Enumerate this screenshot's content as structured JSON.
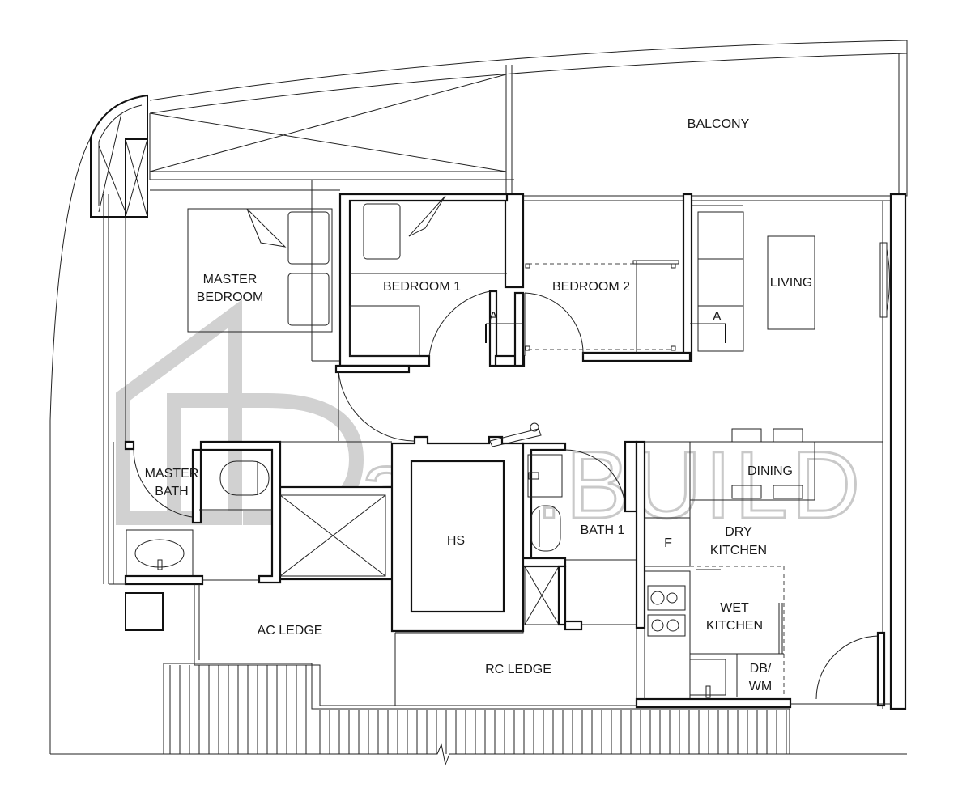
{
  "rooms": {
    "balcony": "BALCONY",
    "master_bedroom_1": "MASTER",
    "master_bedroom_2": "BEDROOM",
    "bedroom1": "BEDROOM 1",
    "bedroom2": "BEDROOM 2",
    "living": "LIVING",
    "master_bath_1": "MASTER",
    "master_bath_2": "BATH",
    "hs": "HS",
    "bath1": "BATH 1",
    "dining": "DINING",
    "fridge": "F",
    "dry_kitchen_1": "DRY",
    "dry_kitchen_2": "KITCHEN",
    "wet_kitchen_1": "WET",
    "wet_kitchen_2": "KITCHEN",
    "dbwm_1": "DB/",
    "dbwm_2": "WM",
    "ac_ledge": "AC LEDGE",
    "rc_ledge": "RC LEDGE"
  },
  "section_markers": {
    "left": "A",
    "right": "A"
  },
  "watermark": {
    "text": "attri.BUILD",
    "logo": "house-logo"
  },
  "colors": {
    "line": "#111111",
    "watermark": "#c9c9c9",
    "background": "#ffffff"
  }
}
